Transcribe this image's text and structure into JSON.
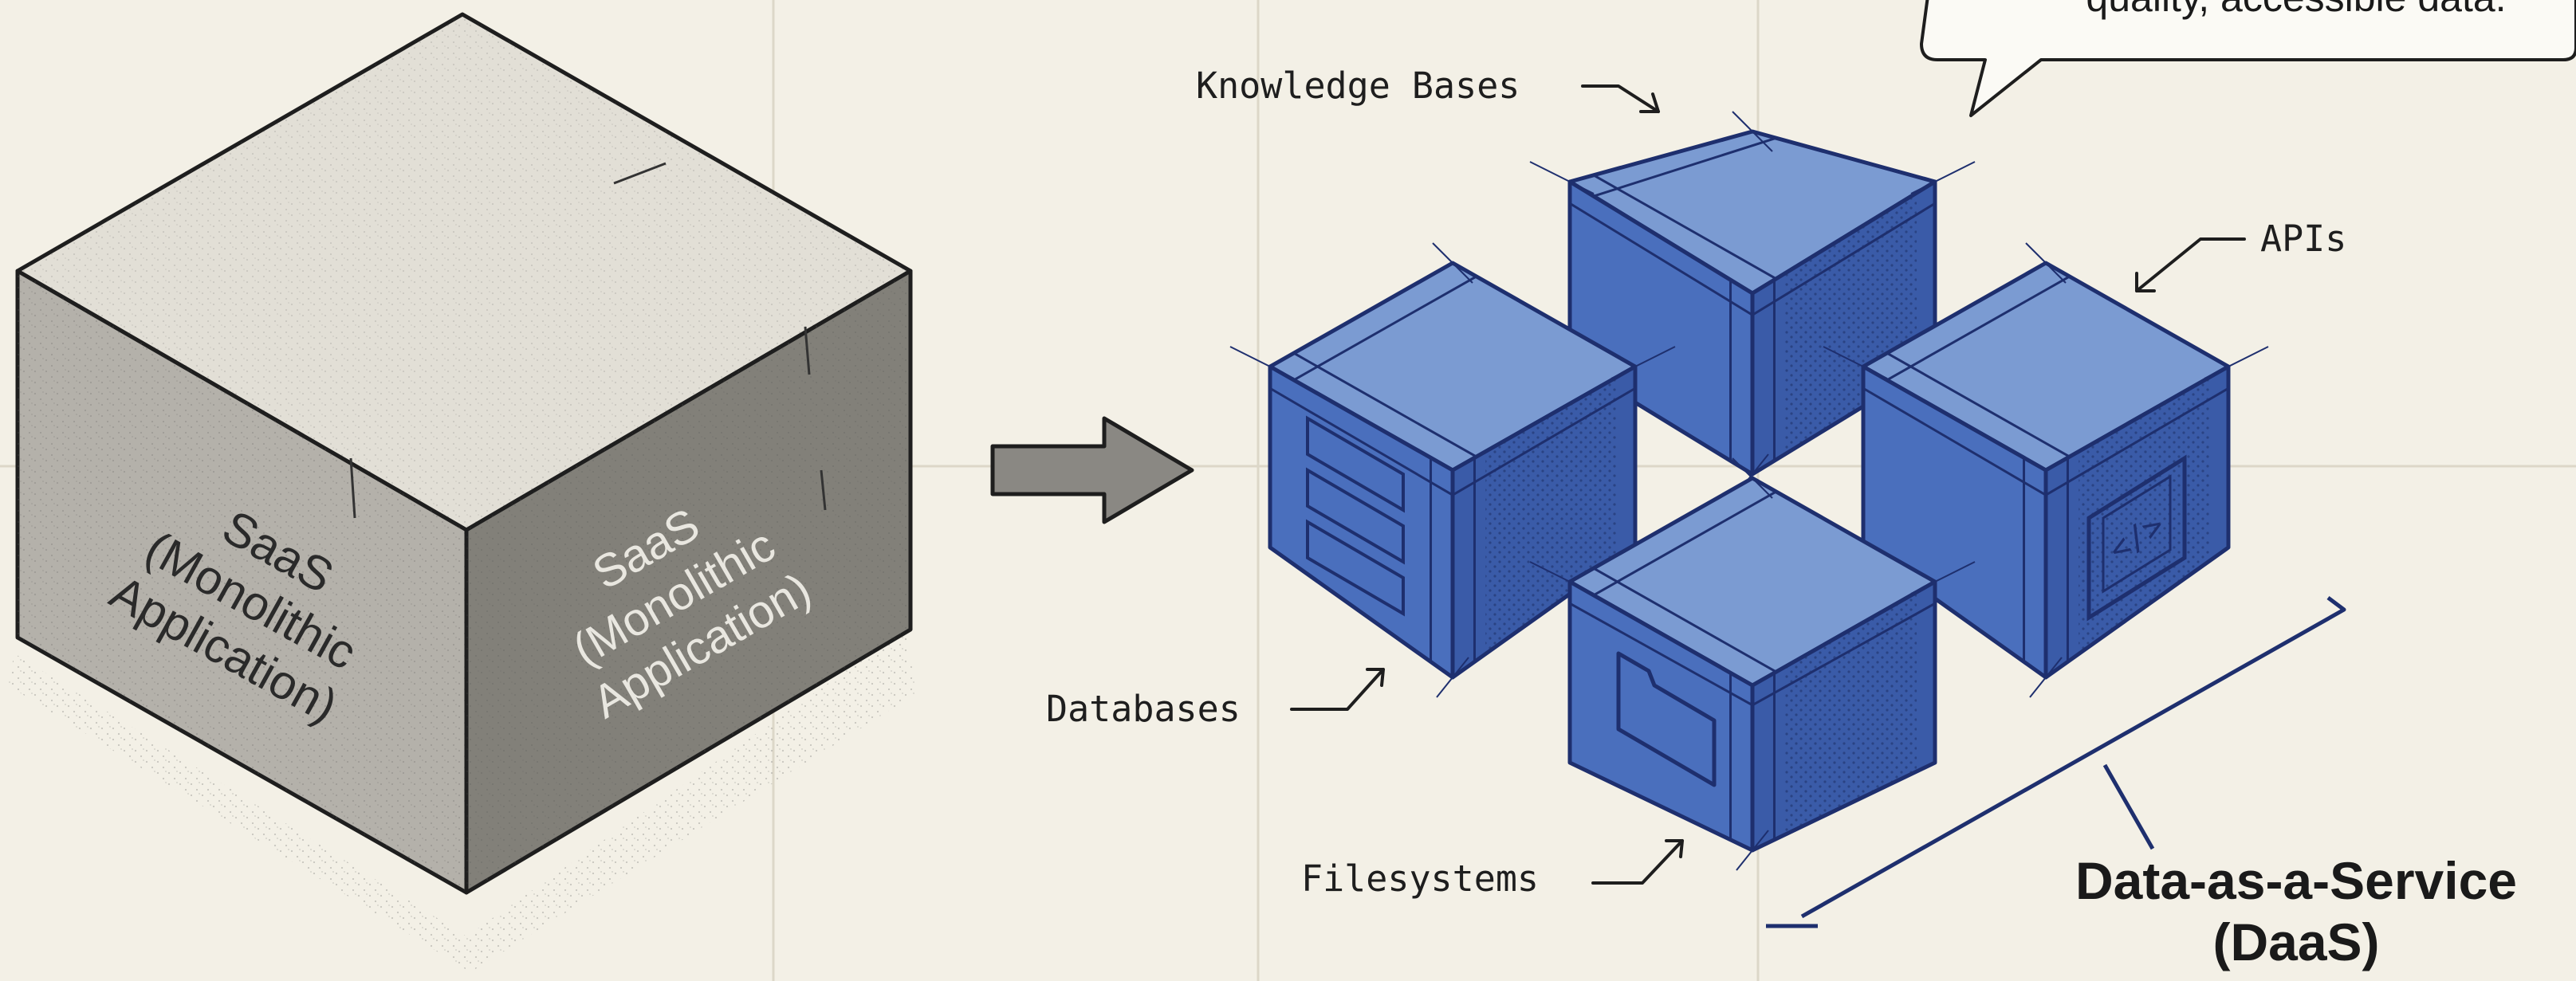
{
  "callout": {
    "text": "quality, accessible data."
  },
  "monolith": {
    "front_label": [
      "SaaS",
      "(Monolithic",
      "Application)"
    ],
    "side_label": [
      "SaaS",
      "(Monolithic",
      "Application)"
    ]
  },
  "daas": {
    "labels": {
      "knowledge_bases": "Knowledge Bases",
      "apis": "APIs",
      "databases": "Databases",
      "filesystems": "Filesystems"
    },
    "title_line1": "Data-as-a-Service",
    "title_line2": "(DaaS)",
    "api_code_glyph": "</>"
  },
  "colors": {
    "background": "#f3f0e6",
    "concrete_top": "#e2dfd6",
    "concrete_front": "#b4b1aa",
    "concrete_side": "#828079",
    "blue_top": "#7b9bd2",
    "blue_front": "#4a6fbd",
    "blue_side": "#3a5ba8",
    "ink": "#1e1e1e"
  }
}
